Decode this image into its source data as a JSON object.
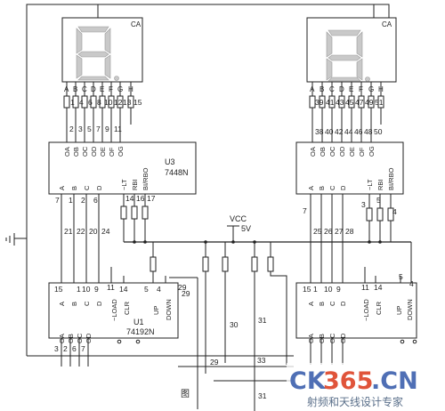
{
  "display_left": {
    "anode_label": "CA",
    "pin_letters": [
      "A",
      "B",
      "C",
      "D",
      "E",
      "F",
      "G",
      "H"
    ],
    "upper_pins": [
      "1",
      "4",
      "6",
      "8",
      "10",
      "12",
      "13",
      "15"
    ],
    "lower_pins": [
      "2",
      "3",
      "5",
      "7",
      "9",
      "11"
    ]
  },
  "display_right": {
    "anode_label": "CA",
    "pin_letters": [
      "A",
      "B",
      "C",
      "D",
      "E",
      "F",
      "G",
      "H"
    ],
    "upper_pins": [
      "39",
      "41",
      "43",
      "45",
      "47",
      "49",
      "51"
    ],
    "lower_pins": [
      "38",
      "40",
      "42",
      "44",
      "46",
      "48",
      "50"
    ]
  },
  "decoder_left": {
    "ref": "U3",
    "part": "7448N",
    "out_pins": [
      "OA",
      "OB",
      "OC",
      "OD",
      "OE",
      "OF",
      "OG"
    ],
    "in_pins": [
      "A",
      "B",
      "C",
      "D",
      "~LT",
      "RBI",
      "BI/RBO"
    ],
    "in_numbers": [
      "7",
      "1",
      "2",
      "6"
    ],
    "ctrl_numbers": [
      "14",
      "16",
      "17"
    ],
    "bus_numbers": [
      "21",
      "22",
      "20",
      "24"
    ]
  },
  "decoder_right": {
    "in_pins": [
      "A",
      "B",
      "C",
      "D",
      "~LT",
      "RBI",
      "BI/RBO"
    ],
    "out_pins": [
      "OA",
      "OB",
      "OC",
      "OD",
      "OE",
      "OF",
      "OG"
    ],
    "in_numbers": [
      "7"
    ],
    "ctrl_numbers": [
      "3",
      "5",
      "4"
    ],
    "bus_numbers": [
      "25",
      "26",
      "27",
      "28"
    ]
  },
  "supply": {
    "label": "VCC",
    "value": "5V"
  },
  "counter_left": {
    "ref": "U1",
    "part": "74192N",
    "in_pins": [
      "A",
      "B",
      "C",
      "D",
      "~LOAD",
      "CLR",
      "UP",
      "DOWN"
    ],
    "in_numbers": [
      "15",
      "1",
      "10",
      "9",
      "11",
      "14",
      "5",
      "4"
    ],
    "out_pins": [
      "OA",
      "OB",
      "OC",
      "OD"
    ],
    "out_numbers": [
      "3",
      "2",
      "6",
      "7"
    ],
    "extra_number": "29"
  },
  "counter_right": {
    "in_pins": [
      "A",
      "B",
      "C",
      "D",
      "~LOAD",
      "CLR",
      "UP",
      "DOWN"
    ],
    "in_numbers": [
      "15",
      "1",
      "10",
      "9",
      "11",
      "14",
      "5",
      "4"
    ],
    "out_pins": [
      "OA",
      "OB",
      "OC",
      "OD"
    ]
  },
  "net_labels": {
    "n29": "29",
    "n30": "30",
    "n31a": "31",
    "n31b": "31",
    "n33": "33"
  },
  "caption": "图",
  "watermark": {
    "brand_a": "CK",
    "brand_b": "365",
    "brand_c": ".CN",
    "slogan": "射频和天线设计专家"
  }
}
